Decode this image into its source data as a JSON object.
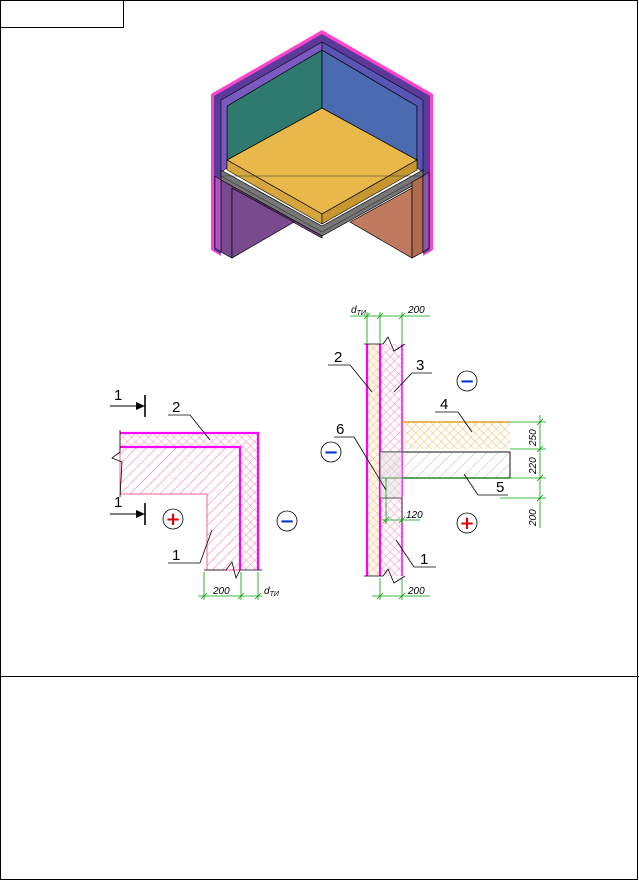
{
  "colors": {
    "frame": "#000000",
    "insulation_line": "#ff00ff",
    "insulation_fill": "#e8e86a",
    "wall_hatch": "#ff4f9a",
    "dimension": "#00a000",
    "plus": "#e00000",
    "minus": "#0033cc",
    "floor_top": "#e8b84b",
    "wall_left": "#2e7a6f",
    "wall_right": "#4a6bb0",
    "wall_lower_left": "#7a4a8f",
    "wall_lower_right": "#c07a60"
  },
  "corner_plan": {
    "section_marks": [
      "1",
      "1"
    ],
    "callouts": [
      "2",
      "1"
    ],
    "dimensions": [
      "200",
      "d"
    ],
    "dimension_subscript": "ТИ",
    "signs": [
      "+",
      "−"
    ]
  },
  "wall_section": {
    "callouts": [
      "2",
      "3",
      "4",
      "6",
      "5",
      "1"
    ],
    "dimensions_top": [
      "d",
      "200"
    ],
    "dimension_subscript": "ТИ",
    "dimensions_right": [
      "250",
      "220",
      "200"
    ],
    "dimension_inner": "120",
    "dimension_bottom": "200",
    "signs": [
      "−",
      "−",
      "+"
    ]
  }
}
